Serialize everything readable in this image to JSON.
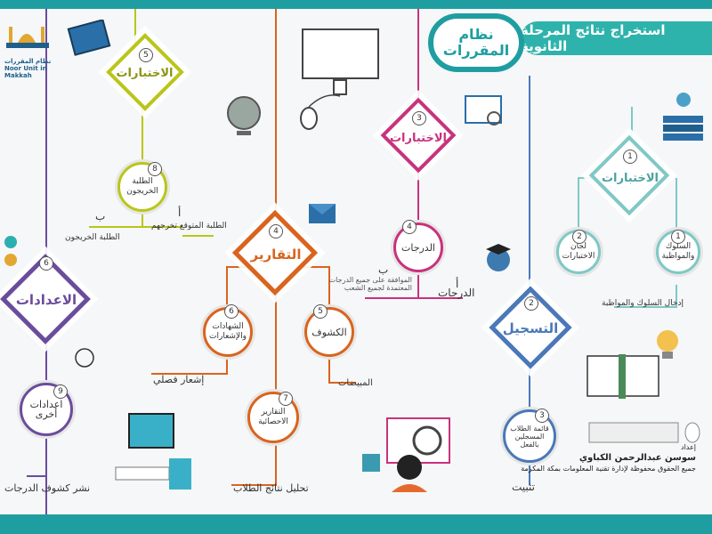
{
  "header": {
    "title": "استخراج نتائج المرحلة الثانوية",
    "badge_line1": "نظام",
    "badge_line2": "المقررات"
  },
  "logo_text": "نظام المقررات Noor Unit in Makkah",
  "nodes": {
    "tests1": {
      "num": "1",
      "label": "الاختبارات"
    },
    "tests3": {
      "num": "3",
      "label": "الاختبارات"
    },
    "tests5": {
      "num": "5",
      "label": "الاختبارات"
    },
    "reports": {
      "num": "4",
      "label": "التقارير"
    },
    "settings": {
      "num": "6",
      "label": "الاعدادات"
    },
    "registration": {
      "num": "2",
      "label": "التسجيل"
    }
  },
  "circles": {
    "behavior": {
      "num": "1",
      "label": "السلوك والمواظبة"
    },
    "committees": {
      "num": "2",
      "label": "لجان الاختبارات"
    },
    "grades": {
      "num": "4",
      "label": "الدرجات"
    },
    "graduates": {
      "num": "8",
      "label": "الطلبة الخريجون"
    },
    "certificates": {
      "num": "6",
      "label": "الشهادات والإشعارات"
    },
    "statements": {
      "num": "5",
      "label": "الكشوف"
    },
    "stat_reports": {
      "num": "7",
      "label": "التقارير الاحصائية"
    },
    "other_settings": {
      "num": "9",
      "label": "اعدادات أخرى"
    },
    "enrolled_list": {
      "num": "3",
      "label": "قائمة الطلاب المسجلين بالفعل"
    }
  },
  "texts": {
    "enter_behavior": "إدخال السلوك والمواظبة",
    "grades_alif": "أ",
    "grades_label": "الدرجات",
    "grades_ba": "ب",
    "grades_sub": "الموافقة على جميع الدرجات المعتمدة لجميع الشعب",
    "grad_alif": "أ",
    "grad_expected": "الطلبة المتوقع تخرجهم",
    "grad_ba": "ب",
    "grad_graduates": "الطلبة الخريجون",
    "semester_notice": "إشعار فصلي",
    "drafts": "المبيضات",
    "analysis": "تحليل نتائج الطلاب",
    "publish": "نشر كشوف الدرجات",
    "confirm": "تثبيت"
  },
  "credits": {
    "prepared": "إعداد",
    "author": "سوسن عبدالرحمن الكباوي",
    "rights": "جميع الحقوق محفوظة لإدارة تقنية المعلومات بمكة المكرمة"
  },
  "colors": {
    "teal": "#1f9ea1",
    "light_teal": "#7fc8c6",
    "magenta": "#c8327c",
    "orange": "#d9641e",
    "olive": "#b9c61a",
    "purple": "#6a4c9c",
    "blue": "#4a78b8"
  }
}
